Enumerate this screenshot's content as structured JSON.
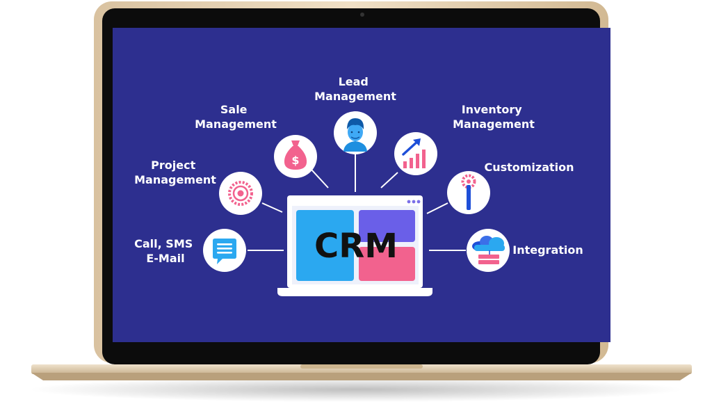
{
  "center": {
    "label": "CRM"
  },
  "nodes": [
    {
      "id": "lead-management",
      "lines": [
        "Lead",
        "Management"
      ],
      "icon": "person-avatar-icon"
    },
    {
      "id": "sale-management",
      "lines": [
        "Sale",
        "Management"
      ],
      "icon": "money-bag-icon"
    },
    {
      "id": "project-management",
      "lines": [
        "Project",
        "Management"
      ],
      "icon": "gear-icon"
    },
    {
      "id": "call-sms-email",
      "lines": [
        "Call, SMS",
        "E-Mail"
      ],
      "icon": "chat-bubble-icon"
    },
    {
      "id": "inventory-management",
      "lines": [
        "Inventory",
        "Management"
      ],
      "icon": "growth-chart-icon"
    },
    {
      "id": "customization",
      "lines": [
        "Customization"
      ],
      "icon": "wrench-icon"
    },
    {
      "id": "integration",
      "lines": [
        "Integration"
      ],
      "icon": "cloud-server-icon"
    }
  ],
  "colors": {
    "screen_background": "#2d2f8f",
    "laptop_frame": "#e3cfb0",
    "node_circle": "#ffffff",
    "tile_blue": "#2ba8f0",
    "tile_purple": "#6a5fe8",
    "tile_pink": "#f2628e"
  }
}
